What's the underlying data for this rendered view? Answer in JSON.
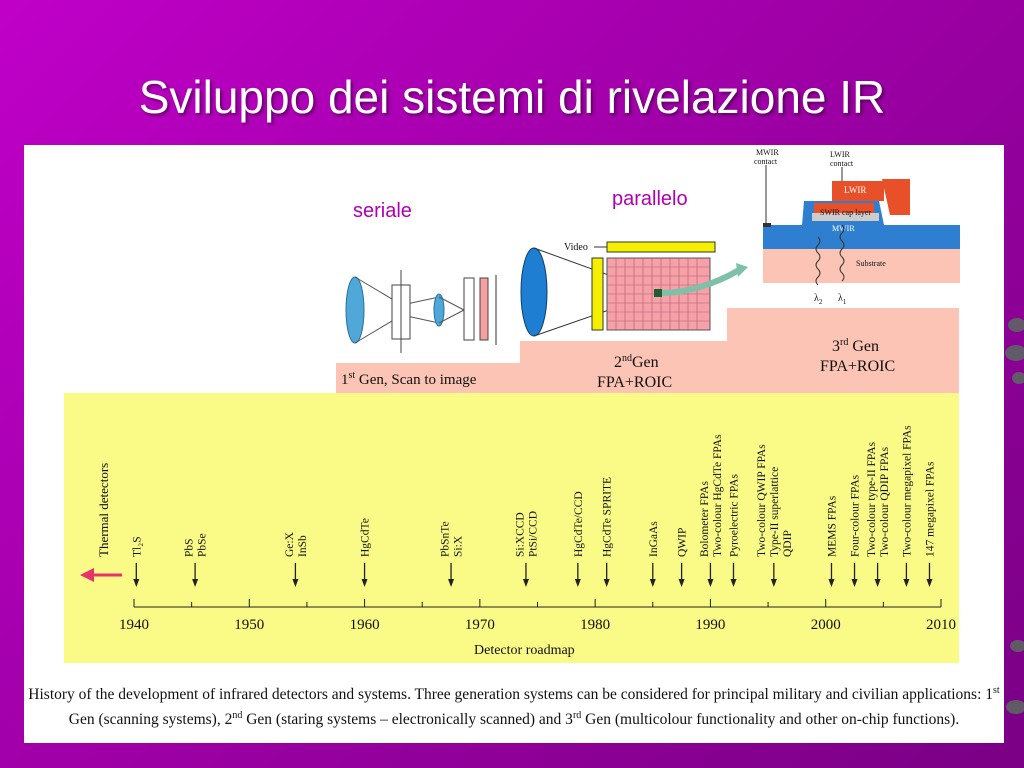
{
  "title": "Sviluppo dei sistemi di rivelazione IR",
  "labels": {
    "serial": "seriale",
    "parallel": "parallelo"
  },
  "generations": {
    "first_pre": "1",
    "first_sup": "st",
    "first_post": " Gen, Scan to image",
    "second_pre": "2",
    "second_sup": "nd",
    "second_post": "Gen",
    "second_sub": "FPA+ROIC",
    "third_pre": "3",
    "third_sup": "rd",
    "third_post": " Gen",
    "third_sub": "FPA+ROIC"
  },
  "diagram_labels": {
    "video": "Video",
    "mwir_contact_1": "MWIR",
    "mwir_contact_2": "contact",
    "lwir_contact_1": "LWIR",
    "lwir_contact_2": "contact",
    "lwir": "LWIR",
    "swir_cap": "SWIR cap layer",
    "mwir": "MWIR",
    "substrate": "Substrate",
    "lambda2": "λ",
    "lambda2_sub": "2",
    "lambda1": "λ",
    "lambda1_sub": "1"
  },
  "timeline": {
    "axis_title": "Detector roadmap",
    "years": [
      "1940",
      "1950",
      "1960",
      "1970",
      "1980",
      "1990",
      "2000",
      "2010"
    ],
    "thermal": "Thermal detectors",
    "events": [
      {
        "year": 1940.2,
        "lines": [
          "Tl₂S"
        ]
      },
      {
        "year": 1945.3,
        "lines": [
          "PbS",
          "PbSe"
        ]
      },
      {
        "year": 1954.0,
        "lines": [
          "Ge:X",
          "InSb"
        ]
      },
      {
        "year": 1960.0,
        "lines": [
          "HgCdTe"
        ]
      },
      {
        "year": 1967.5,
        "lines": [
          "PbSnTe",
          "Si:X"
        ]
      },
      {
        "year": 1974.0,
        "lines": [
          "Si:XCCD",
          "PtSi/CCD"
        ]
      },
      {
        "year": 1978.5,
        "lines": [
          "HgCdTe/CCD"
        ]
      },
      {
        "year": 1981.0,
        "lines": [
          "HgCdTe SPRITE"
        ]
      },
      {
        "year": 1985.0,
        "lines": [
          "InGaAs"
        ]
      },
      {
        "year": 1987.5,
        "lines": [
          "QWIP"
        ]
      },
      {
        "year": 1990.0,
        "lines": [
          "Bolometer FPAs",
          "Two-colour HgCdTe FPAs"
        ]
      },
      {
        "year": 1992.0,
        "lines": [
          "Pyroelectric FPAs"
        ]
      },
      {
        "year": 1995.5,
        "lines": [
          "Two-colour QWIP FPAs",
          "Type-II superlattice",
          "QDIP"
        ]
      },
      {
        "year": 2000.5,
        "lines": [
          "MEMS FPAs"
        ]
      },
      {
        "year": 2002.5,
        "lines": [
          "Four-colour FPAs"
        ]
      },
      {
        "year": 2004.5,
        "lines": [
          "Two-colour type-II FPAs",
          "Two-colour QDIP FPAs"
        ]
      },
      {
        "year": 2007.0,
        "lines": [
          "Two-colour megapixel FPAs"
        ]
      },
      {
        "year": 2009.0,
        "lines": [
          "147 megapixel FPAs"
        ]
      }
    ]
  },
  "caption": {
    "p1": "History of the development of infrared detectors and systems. Three generation systems can be considered for principal military and civilian applications: 1",
    "s1": "st",
    "p2": " Gen (scanning systems), 2",
    "s2": "nd",
    "p3": " Gen (staring systems – electronically scanned) and 3",
    "s3": "rd",
    "p4": " Gen (multicolour functionality and other on-chip functions)."
  },
  "colors": {
    "background": "#b000b8",
    "timeline_bg": "#fafa86",
    "generation_bg": "#fbc4b4",
    "label_magenta": "#b000b0",
    "arrow_thermal": "#e8336a"
  }
}
